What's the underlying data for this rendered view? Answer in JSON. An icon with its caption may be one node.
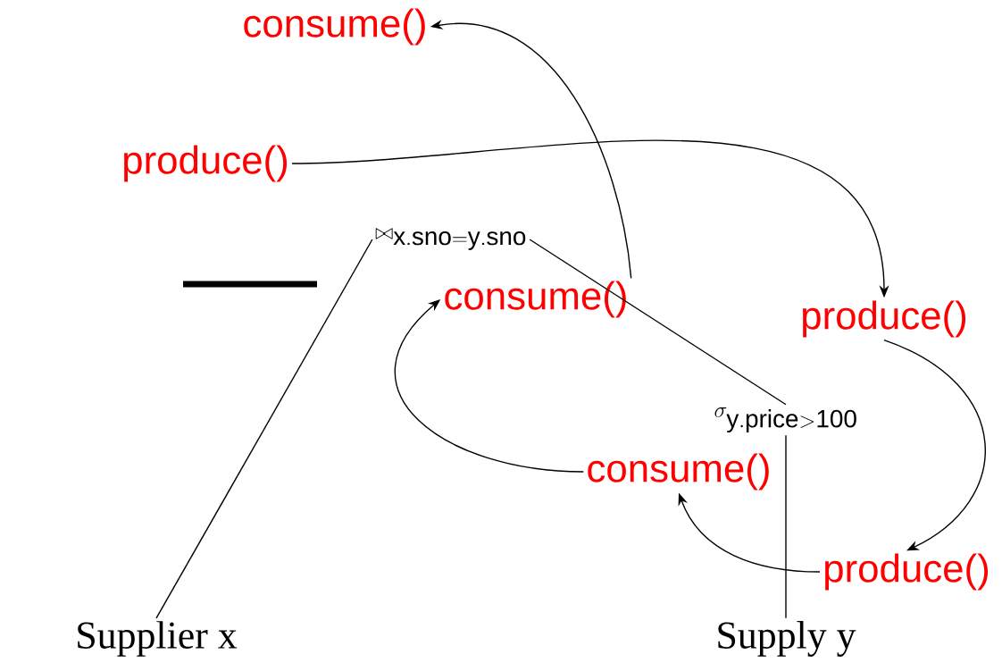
{
  "diagram": {
    "nodes": [
      {
        "text": [
          "consume()"
        ]
      },
      {
        "text": [
          "produce()"
        ]
      },
      {
        "text": [
          "\\bowtie_{\\mathrm{x.sno=y.sno}}"
        ]
      },
      {
        "text": [
          "consume()"
        ]
      },
      {
        "text": [
          "produce()"
        ]
      },
      {
        "text": [
          "\\sigma_{\\mathrm{y.price>100}}"
        ]
      },
      {
        "text": [
          "consume()"
        ]
      },
      {
        "text": [
          "produce()"
        ]
      },
      {
        "text": [
          "Supplier x"
        ]
      },
      {
        "text": [
          "Supply y"
        ]
      }
    ],
    "edges": [
      {
        "from": 3,
        "to": 0,
        "arrow": "to"
      },
      {
        "from": 1,
        "to": 4,
        "arrow": "to"
      },
      {
        "from": 4,
        "to": 7,
        "arrow": "to"
      },
      {
        "from": 7,
        "to": 6,
        "arrow": "to"
      },
      {
        "from": 6,
        "to": 3,
        "arrow": "to"
      },
      {
        "from": 2,
        "to": 8,
        "arrow": "none"
      },
      {
        "from": 2,
        "to": 5,
        "arrow": "none"
      },
      {
        "from": 5,
        "to": 9,
        "arrow": "none"
      }
    ]
  }
}
